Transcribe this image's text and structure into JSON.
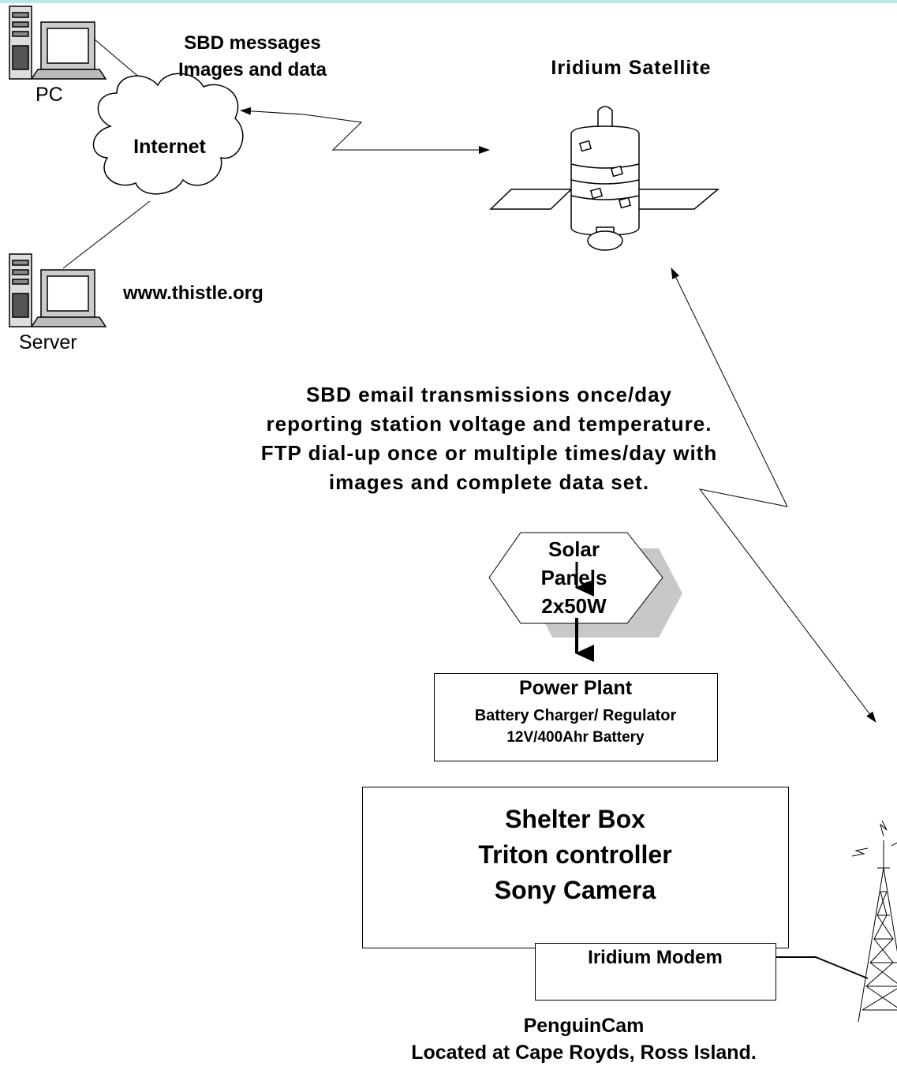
{
  "top_labels": {
    "sbd_line1": "SBD messages",
    "sbd_line2": "Images and data",
    "satellite": "Iridium Satellite"
  },
  "nodes": {
    "pc": "PC",
    "internet": "Internet",
    "website": "www.thistle.org",
    "server": "Server"
  },
  "transmission_note": [
    "SBD email transmissions once/day",
    "reporting station voltage and temperature.",
    "FTP dial-up once or multiple times/day with",
    "images and complete data set."
  ],
  "solar": [
    "Solar",
    "Panels",
    "2x50W"
  ],
  "power_plant": {
    "title": "Power Plant",
    "line1": "Battery Charger/ Regulator",
    "line2": "12V/400Ahr Battery"
  },
  "shelter": [
    "Shelter Box",
    "Triton controller",
    "Sony Camera"
  ],
  "modem": "Iridium Modem",
  "caption": [
    "PenguinCam",
    "Located at Cape Royds, Ross Island."
  ]
}
